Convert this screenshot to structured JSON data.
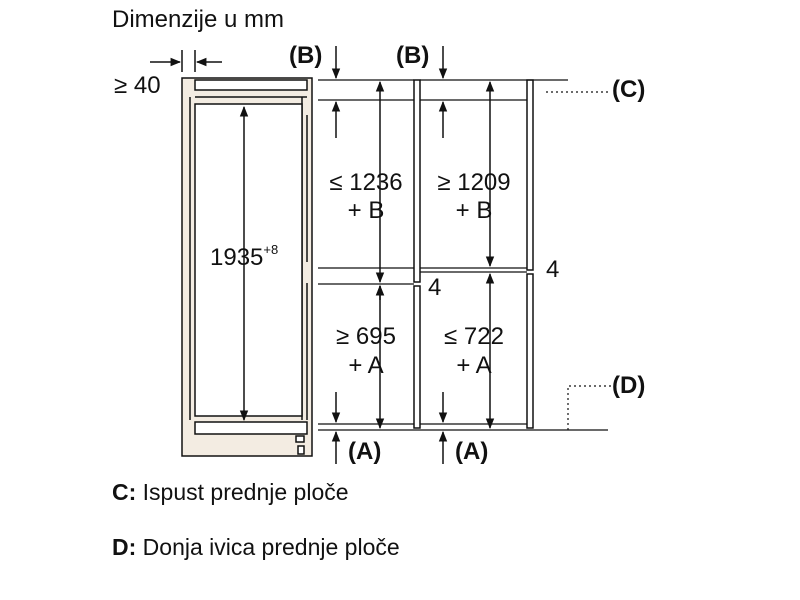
{
  "title": "Dimenzije u mm",
  "labels": {
    "gap": "≥ 40",
    "height_main": "1935",
    "height_sup": "+8",
    "upper_left_line1": "≤ 1236",
    "upper_left_line2": "+ B",
    "upper_right_line1": "≥ 1209",
    "upper_right_line2": "+ B",
    "lower_left_line1": "≥ 695",
    "lower_left_line2": "+ A",
    "lower_right_line1": "≤ 722",
    "lower_right_line2": "+ A",
    "gap_left": "4",
    "gap_right": "4",
    "marker_b_left": "(B)",
    "marker_b_right": "(B)",
    "marker_c": "(C)",
    "marker_d": "(D)",
    "marker_a_left": "(A)",
    "marker_a_right": "(A)"
  },
  "notes": [
    {
      "key": "C:",
      "text": "Ispust prednje ploče"
    },
    {
      "key": "D:",
      "text": "Donja ivica prednje ploče"
    }
  ],
  "colors": {
    "line": "#111111",
    "cabinet_fill": "#f3ece2",
    "background": "#ffffff"
  }
}
